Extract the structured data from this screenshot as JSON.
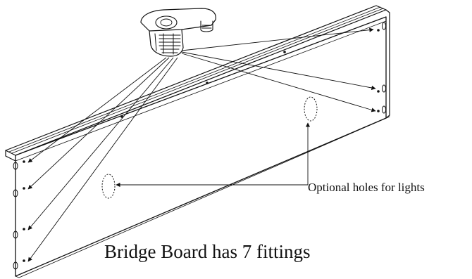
{
  "diagram": {
    "caption": "Bridge Board has 7 fittings",
    "callout": "Optional holes for lights",
    "parts": {
      "fitting": "cam-lock-fitting-icon",
      "board": "bridge-board"
    },
    "fitting_count": 7,
    "light_hole_count": 2
  }
}
